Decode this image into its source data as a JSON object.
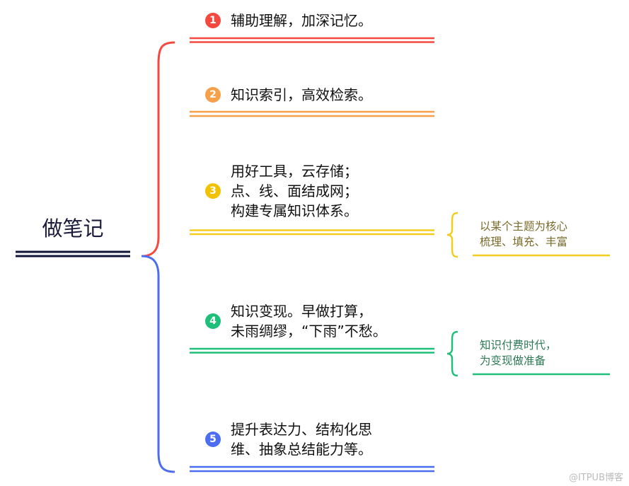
{
  "root": {
    "label": "做笔记"
  },
  "colors": {
    "red": "#f5483f",
    "orange": "#f7a04a",
    "yellow": "#f2cd1d",
    "green": "#1fbf7a",
    "blue": "#4d6df0",
    "root": "#12163a"
  },
  "items": [
    {
      "num": "1",
      "lines": [
        "辅助理解，加深记忆。"
      ]
    },
    {
      "num": "2",
      "lines": [
        "知识索引，高效检索。"
      ]
    },
    {
      "num": "3",
      "lines": [
        "用好工具，云存储；",
        "点、线、面结成网；",
        "构建专属知识体系。"
      ]
    },
    {
      "num": "4",
      "lines": [
        "知识变现。早做打算，",
        "未雨绸缪，“下雨”不愁。"
      ]
    },
    {
      "num": "5",
      "lines": [
        "提升表达力、结构化思",
        "维、抽象总结能力等。"
      ]
    }
  ],
  "notes": [
    {
      "lines": [
        "以某个主题为核心",
        "梳理、填充、丰富"
      ]
    },
    {
      "lines": [
        "知识付费时代，",
        "为变现做准备"
      ]
    }
  ],
  "watermark": "@ITPUB博客"
}
